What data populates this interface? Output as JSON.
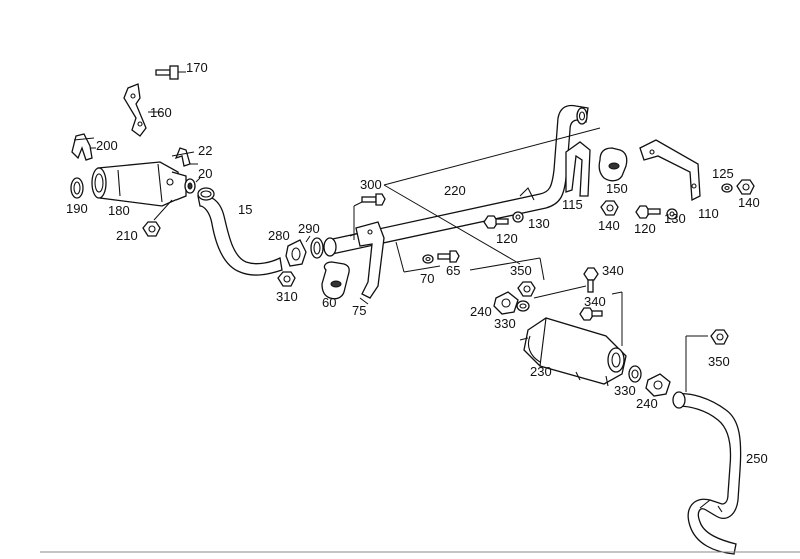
{
  "labels": {
    "l170": "170",
    "l160": "160",
    "l200": "200",
    "l22": "22",
    "l20": "20",
    "l190": "190",
    "l180": "180",
    "l15": "15",
    "l210": "210",
    "l280": "280",
    "l290": "290",
    "l310": "310",
    "l60": "60",
    "l75": "75",
    "l300": "300",
    "l220": "220",
    "l70": "70",
    "l65": "65",
    "l120a": "120",
    "l130a": "130",
    "l115": "115",
    "l140a": "140",
    "l150": "150",
    "l125": "125",
    "l140b": "140",
    "l110": "110",
    "l130b": "130",
    "l120b": "120",
    "l350a": "350",
    "l340a": "340",
    "l340b": "340",
    "l240a": "240",
    "l330a": "330",
    "l230": "230",
    "l330b": "330",
    "l240b": "240",
    "l350b": "350",
    "l250": "250"
  }
}
